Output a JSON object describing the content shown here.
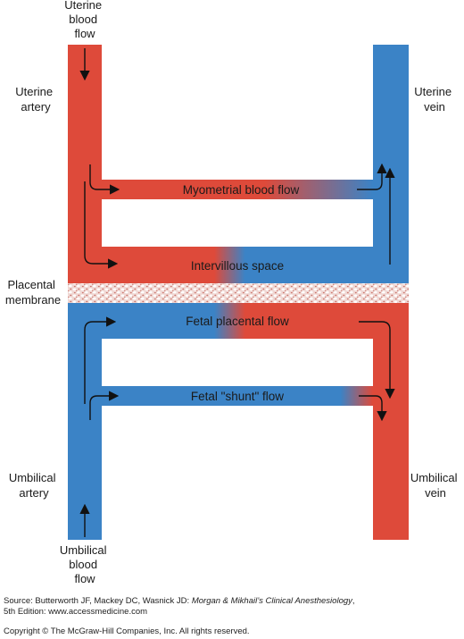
{
  "colors": {
    "maternal_red": "#de4a3a",
    "fetal_blue": "#3b83c6",
    "membrane": "#f0d8d4"
  },
  "labels": {
    "uterine_blood_flow": [
      "Uterine",
      "blood",
      "flow"
    ],
    "uterine_artery": [
      "Uterine",
      "artery"
    ],
    "uterine_vein": [
      "Uterine",
      "vein"
    ],
    "placental_membrane": [
      "Placental",
      "membrane"
    ],
    "umbilical_artery": [
      "Umbilical",
      "artery"
    ],
    "umbilical_vein": [
      "Umbilical",
      "vein"
    ],
    "umbilical_blood_flow": [
      "Umbilical",
      "blood",
      "flow"
    ]
  },
  "flows": {
    "myometrial": "Myometrial blood flow",
    "intervillous": "Intervillous space",
    "fetal_placental": "Fetal placental flow",
    "fetal_shunt": "Fetal \"shunt\" flow"
  },
  "footer": {
    "source_prefix": "Source: Butterworth JF, Mackey DC, Wasnick JD: ",
    "source_title": "Morgan & Mikhail’s Clinical Anesthesiology",
    "source_suffix": ",",
    "source_line2": "5th Edition: www.accessmedicine.com",
    "copyright": "Copyright © The McGraw-Hill Companies, Inc. All rights reserved."
  }
}
